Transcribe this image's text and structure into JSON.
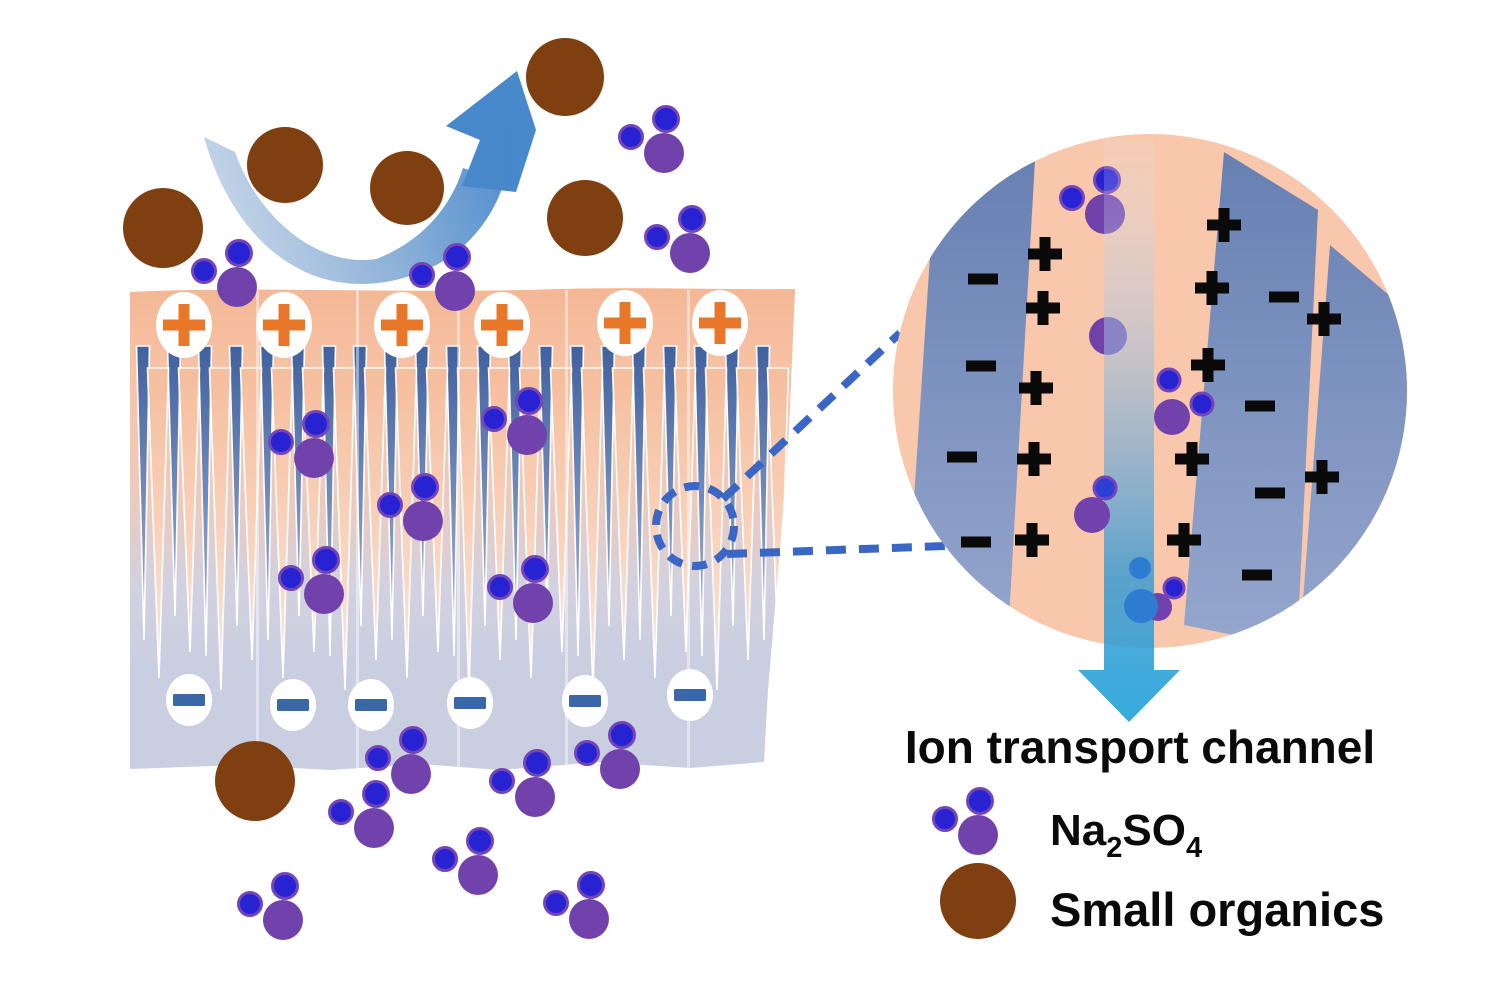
{
  "diagram": {
    "title": "Ion transport channel",
    "legend": {
      "na2so4": {
        "base1": "Na",
        "sub1": "2",
        "base2": "SO",
        "sub2": "4"
      },
      "organics_label": "Small organics"
    },
    "symbols": {
      "positive": "+",
      "negative": "−"
    },
    "membrane": {
      "top_charge_sites": 6,
      "bottom_charge_sites": 6,
      "top_charge": "+",
      "bottom_charge": "−"
    },
    "magnified_view": {
      "plus_charges": 12,
      "minus_charges": 8
    },
    "colors": {
      "membrane_top": "#F4B795",
      "membrane_bottom": "#C7CDE0",
      "needle_blue": "#40619F",
      "stripe_blue": "#667FB2",
      "circle_peach": "#F8C7AC",
      "channel_teal": "#189FD8",
      "ion_purple": "#7142AC",
      "ion_blue": "#2823D2",
      "organics_brown": "#7F3F10",
      "surface_plus_orange": "#E8772A",
      "surface_minus_blue": "#3A67A8",
      "dash_blue": "#3A67C6",
      "charge_black": "#0A0A0A"
    }
  }
}
